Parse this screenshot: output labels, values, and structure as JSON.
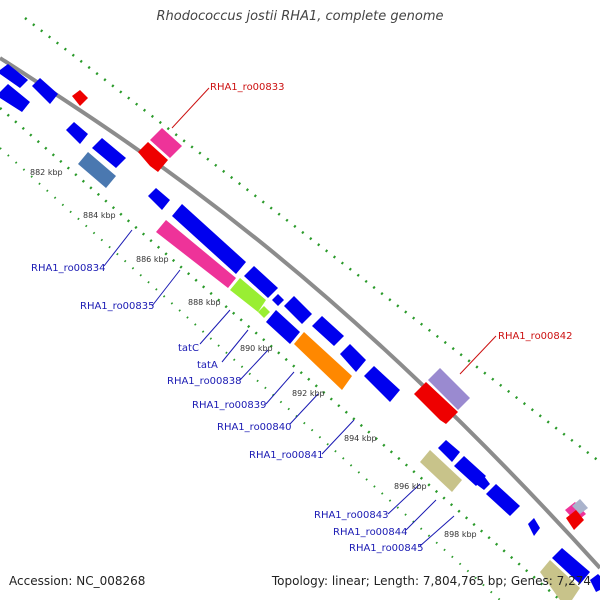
{
  "title": "Rhodococcus jostii RHA1, complete genome",
  "footer": {
    "accession": "Accession: NC_008268",
    "info": "Topology: linear; Length: 7,804,765 bp; Genes: 7,274"
  },
  "colors": {
    "backbone": "#8c8c8c",
    "tick": "#2a9a2a",
    "gene_blue": "#0000ee",
    "gene_red": "#ee0000",
    "gene_pink": "#ee3399",
    "gene_green": "#99ee33",
    "gene_orange": "#ff8800",
    "gene_steel": "#4a78b0",
    "gene_khaki": "#c8c38a",
    "gene_lavender": "#9a8ad0",
    "label_blue": "#1a1ab3",
    "label_red": "#cc1111"
  },
  "scale_labels": [
    "882 kbp",
    "884 kbp",
    "886 kbp",
    "888 kbp",
    "890 kbp",
    "892 kbp",
    "894 kbp",
    "896 kbp",
    "898 kbp"
  ],
  "gene_labels": [
    {
      "text": "RHA1_ro00833",
      "color": "red"
    },
    {
      "text": "RHA1_ro00834",
      "color": "blue"
    },
    {
      "text": "RHA1_ro00835",
      "color": "blue"
    },
    {
      "text": "tatC",
      "color": "blue"
    },
    {
      "text": "tatA",
      "color": "blue"
    },
    {
      "text": "RHA1_ro00838",
      "color": "blue"
    },
    {
      "text": "RHA1_ro00839",
      "color": "blue"
    },
    {
      "text": "RHA1_ro00840",
      "color": "blue"
    },
    {
      "text": "RHA1_ro00841",
      "color": "blue"
    },
    {
      "text": "RHA1_ro00842",
      "color": "red"
    },
    {
      "text": "RHA1_ro00843",
      "color": "blue"
    },
    {
      "text": "RHA1_ro00844",
      "color": "blue"
    },
    {
      "text": "RHA1_ro00845",
      "color": "blue"
    }
  ]
}
